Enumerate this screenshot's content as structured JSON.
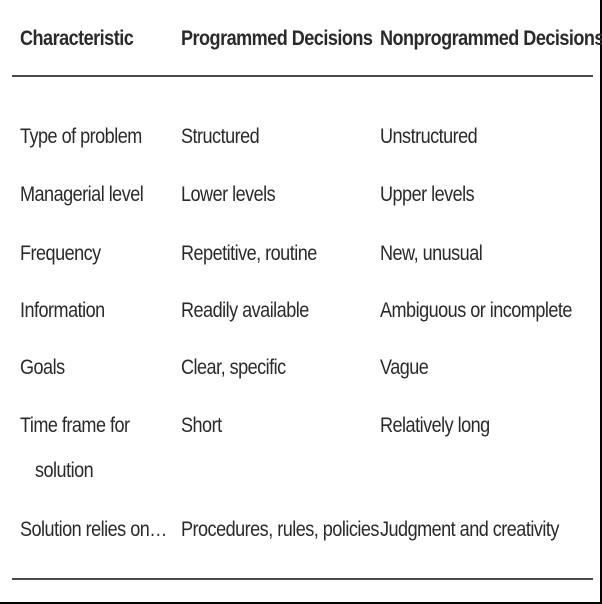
{
  "table": {
    "headers": [
      "Characteristic",
      "Programmed Decisions",
      "Nonprogrammed Decisions"
    ],
    "rows": [
      {
        "characteristic": "Type of problem",
        "programmed": "Structured",
        "nonprogrammed": "Unstructured"
      },
      {
        "characteristic": "Managerial level",
        "programmed": "Lower levels",
        "nonprogrammed": "Upper levels"
      },
      {
        "characteristic": "Frequency",
        "programmed": "Repetitive, routine",
        "nonprogrammed": "New, unusual"
      },
      {
        "characteristic": "Information",
        "programmed": "Readily available",
        "nonprogrammed": "Ambiguous or incomplete"
      },
      {
        "characteristic": "Goals",
        "programmed": "Clear, specific",
        "nonprogrammed": "Vague"
      },
      {
        "characteristic_line1": "Time frame for",
        "characteristic_line2": "solution",
        "programmed": "Short",
        "nonprogrammed": "Relatively long"
      },
      {
        "characteristic": "Solution relies on…",
        "programmed": "Procedures, rules, policies",
        "nonprogrammed": "Judgment and creativity"
      }
    ]
  }
}
